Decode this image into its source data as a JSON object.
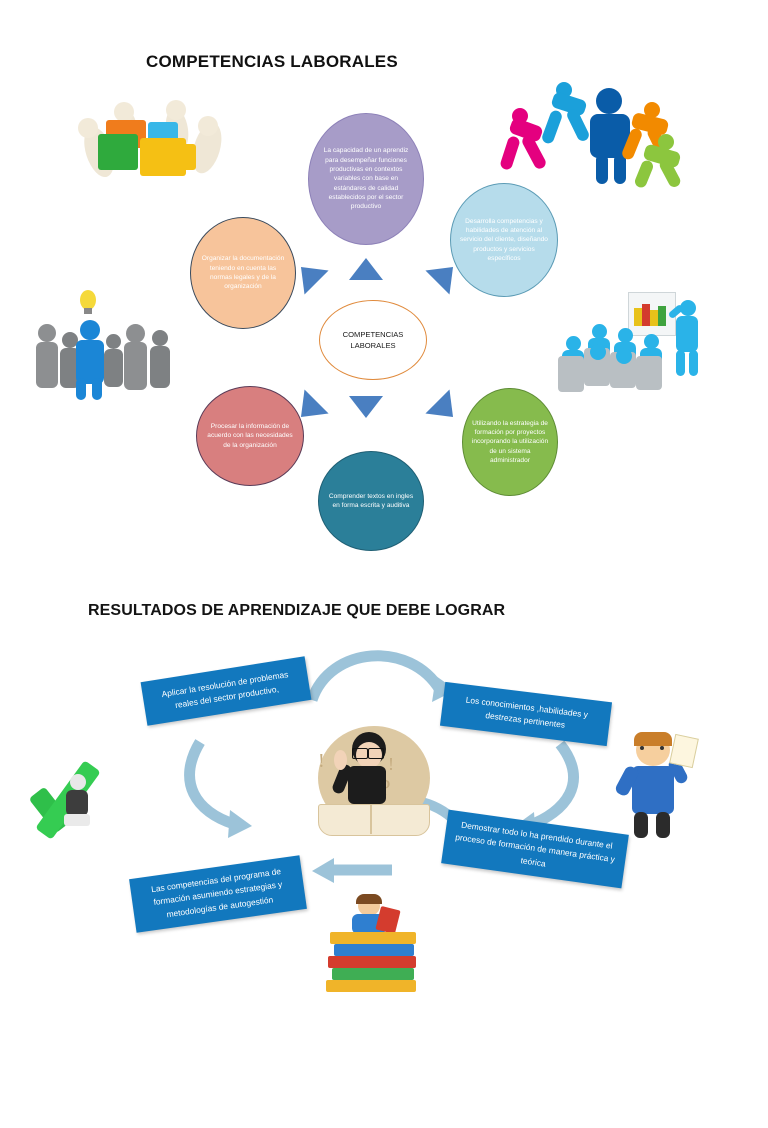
{
  "document": {
    "section1_title": "COMPETENCIAS LABORALES",
    "section2_title": "RESULTADOS DE APRENDIZAJE QUE DEBE LOGRAR"
  },
  "diagram1": {
    "center_label": "COMPETENCIAS LABORALES",
    "center_border_color": "#e08a3c",
    "arrow_color": "#4a7fc1",
    "bubbles": [
      {
        "id": "capacidad",
        "position": "top",
        "color": "#a79cc8",
        "text": "La capacidad de un aprendiz para desempeñar funciones productivas en contextos variables con base en estándares de calidad establecidos por el sector productivo"
      },
      {
        "id": "servicio-cliente",
        "position": "right-top",
        "color": "#b6dceb",
        "text": "Desarrolla competencias y habilidades  de atención al servicio del cliente, diseñando productos y servicios específicos"
      },
      {
        "id": "documentacion",
        "position": "left-top",
        "color": "#f7c49b",
        "text": "Organizar la documentación teniendo en cuenta las normas legales y de la organización"
      },
      {
        "id": "informacion",
        "position": "left-bottom",
        "color": "#d87f7f",
        "text": "Procesar la información de acuerdo con las necesidades de la organización"
      },
      {
        "id": "formacion-proyectos",
        "position": "right-bottom",
        "color": "#86bb4d",
        "text": "Utilizando la estrategia de formación por proyectos incorporando la utilización de un sistema administrador"
      },
      {
        "id": "ingles",
        "position": "bottom",
        "color": "#2b7f99",
        "text": "Comprender textos en ingles en forma escrita y auditiva"
      }
    ],
    "images": [
      {
        "id": "teamwork-puzzle",
        "alt": "Figuras 3D armando un rompecabezas de colores"
      },
      {
        "id": "running-people",
        "alt": "Siluetas de personas corriendo en colores"
      },
      {
        "id": "leadership-idea",
        "alt": "Figuras grises con una figura azul y una bombilla"
      },
      {
        "id": "classroom-presentation",
        "alt": "Figuras azules en una presentación con gráfica"
      }
    ]
  },
  "diagram2": {
    "banner_color": "#1278be",
    "banners": [
      {
        "id": "resolucion-problemas",
        "position": "top-left",
        "text": "Aplicar la resolución de problemas reales del sector productivo,"
      },
      {
        "id": "conocimientos-habilidades",
        "position": "top-right",
        "text": "Los conocimientos ,habilidades y destrezas pertinentes"
      },
      {
        "id": "demostrar-aprendido",
        "position": "bottom-right",
        "text": "Demostrar todo lo ha prendido  durante el proceso de formación de manera práctica y teórica"
      },
      {
        "id": "competencias-programa",
        "position": "bottom-left",
        "text": "Las competencias del programa de formación asumiendo estrategias y metodologías de autogestión"
      }
    ],
    "images": [
      {
        "id": "green-check",
        "alt": "Figura 3D sobre una marca de verificación verde"
      },
      {
        "id": "student-reading",
        "alt": "Estudiante de caricatura con gafas leyendo un libro"
      },
      {
        "id": "student-with-note",
        "alt": "Niño de caricatura con bata azul sosteniendo una nota"
      },
      {
        "id": "stack-of-books",
        "alt": "Personaje de caricatura sobre una pila de libros"
      }
    ]
  }
}
